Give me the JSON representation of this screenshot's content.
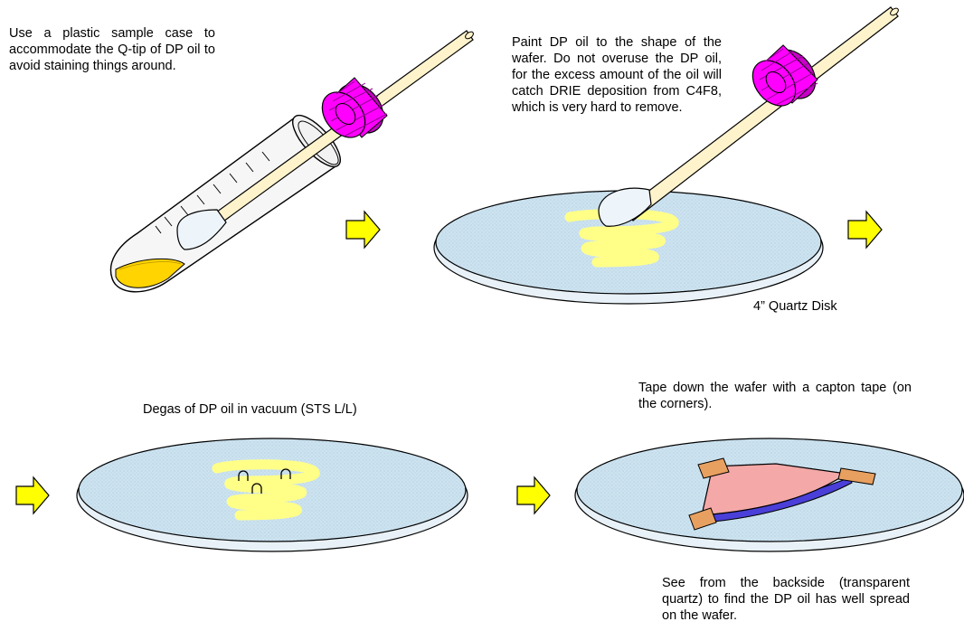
{
  "captions": {
    "step1": "Use a plastic sample case to accommodate the Q-tip of DP oil to avoid staining things around.",
    "step2": "Paint DP oil to the shape of the wafer.  Do not overuse the DP oil, for the excess amount of the oil will catch DRIE deposition from C4F8, which is very hard to remove.",
    "disk_label": "4” Quartz Disk",
    "step3": "Degas of DP oil in vacuum (STS L/L)",
    "step4": "Tape down the wafer with a capton tape (on the corners).",
    "step5": "See from the backside (transparent quartz) to find the DP oil has well spread on the wafer."
  },
  "colors": {
    "cap_magenta": "#ff00ff",
    "stick": "#fff3cc",
    "oil_yellow": "#ffff88",
    "oil_pool": "#ffd400",
    "disk_fill": "#cde3f0",
    "wafer_pink": "#f4a8a8",
    "wafer_edge": "#4a3fd8",
    "tape": "#e8a060",
    "arrow": "#ffff00",
    "tube": "#f4f4f4"
  }
}
